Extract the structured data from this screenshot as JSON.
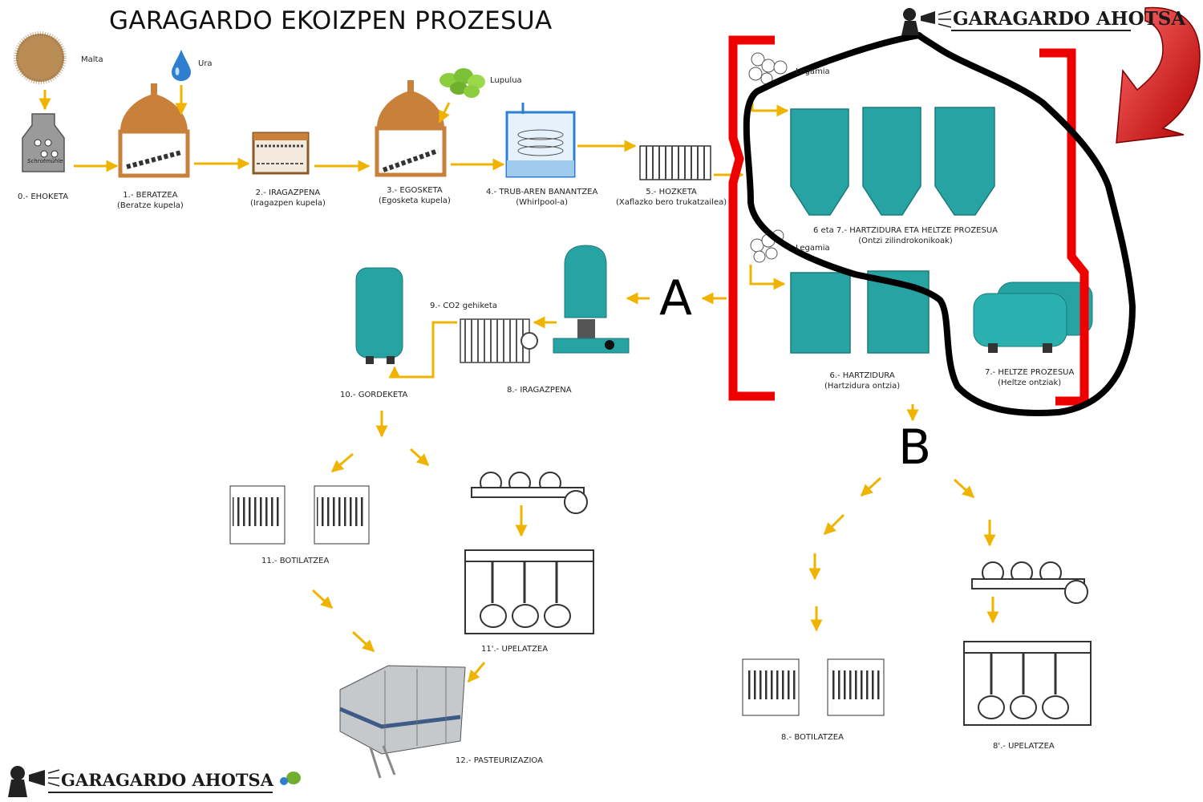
{
  "title": "GARAGARDO EKOIZPEN PROZESUA",
  "logo_text": "GARAGARDO AHOTSA",
  "ingredients": {
    "malta": "Malta",
    "ura": "Ura",
    "lupulua": "Lupulua",
    "legamia_top": "Legamia",
    "legamia_bottom": "Legamia"
  },
  "mill_text": "Schrotmühle",
  "steps": {
    "s0": {
      "label": "0.- EHOKETA"
    },
    "s1": {
      "label": "1.- BERATZEA",
      "sub": "(Beratze kupela)"
    },
    "s2": {
      "label": "2.- IRAGAZPENA",
      "sub": "(Iragazpen kupela)"
    },
    "s3": {
      "label": "3.- EGOSKETA",
      "sub": "(Egosketa kupela)"
    },
    "s4": {
      "label": "4.- TRUB-AREN BANANTZEA",
      "sub": "(Whirlpool-a)"
    },
    "s5": {
      "label": "5.- HOZKETA",
      "sub": "(Xaflazko bero trukatzailea)"
    },
    "s67": {
      "label": "6 eta 7.- HARTZIDURA ETA HELTZE PROZESUA",
      "sub": "(Ontzi zilindrokonikoak)"
    },
    "s6": {
      "label": "6.- HARTZIDURA",
      "sub": "(Hartzidura ontzia)"
    },
    "s7": {
      "label": "7.- HELTZE PROZESUA",
      "sub": "(Heltze ontziak)"
    },
    "s8": {
      "label": "8.- IRAGAZPENA"
    },
    "s9": {
      "label": "9.- CO2 gehiketa"
    },
    "s10": {
      "label": "10.- GORDEKETA"
    },
    "s11": {
      "label": "11.- BOTILATZEA"
    },
    "s11b": {
      "label": "11'.- UPELATZEA"
    },
    "s12": {
      "label": "12.- PASTEURIZAZIOA"
    },
    "s8b": {
      "label": "8.- BOTILATZEA"
    },
    "s8c": {
      "label": "8'.- UPELATZEA"
    }
  },
  "markers": {
    "a": "A",
    "b": "B"
  },
  "colors": {
    "tank": "#27a3a3",
    "kettle": "#c9803a",
    "arrow": "#f0b400",
    "bracket": "#ee0000",
    "loop": "#000000",
    "blue": "#2f7fd0"
  }
}
